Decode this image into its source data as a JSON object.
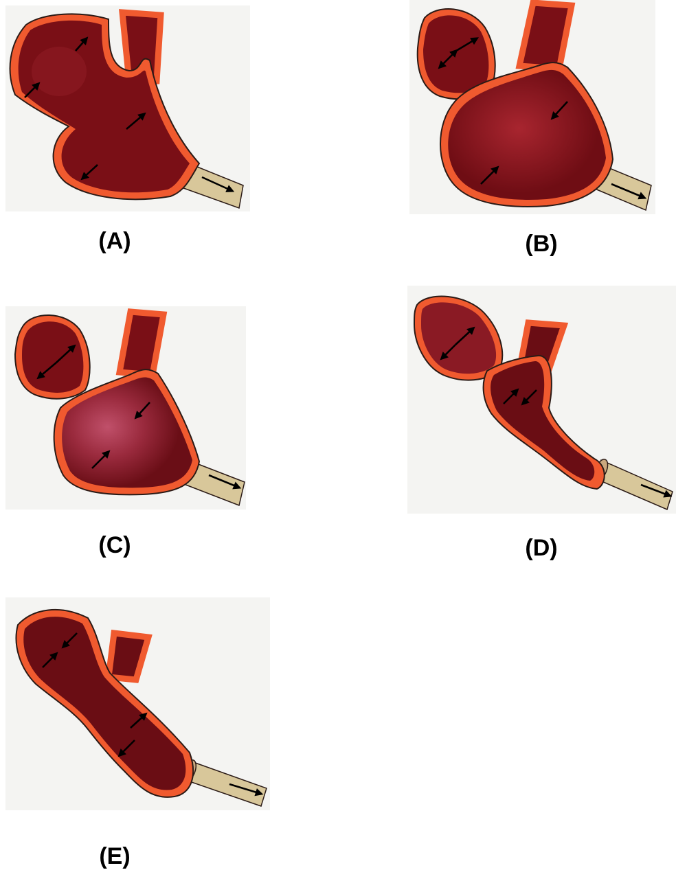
{
  "panels": [
    {
      "id": "A",
      "label": "(A)"
    },
    {
      "id": "B",
      "label": "(B)"
    },
    {
      "id": "C",
      "label": "(C)"
    },
    {
      "id": "D",
      "label": "(D)"
    },
    {
      "id": "E",
      "label": "(E)"
    }
  ],
  "colors": {
    "wall": "#f05a2f",
    "outline": "#2a1a16",
    "chamber": "#7a0f16",
    "chamber_light": "#b1303f",
    "tube": "#d8c79a",
    "panel_bg": "#f4f4f2",
    "arrow": "#000000"
  }
}
